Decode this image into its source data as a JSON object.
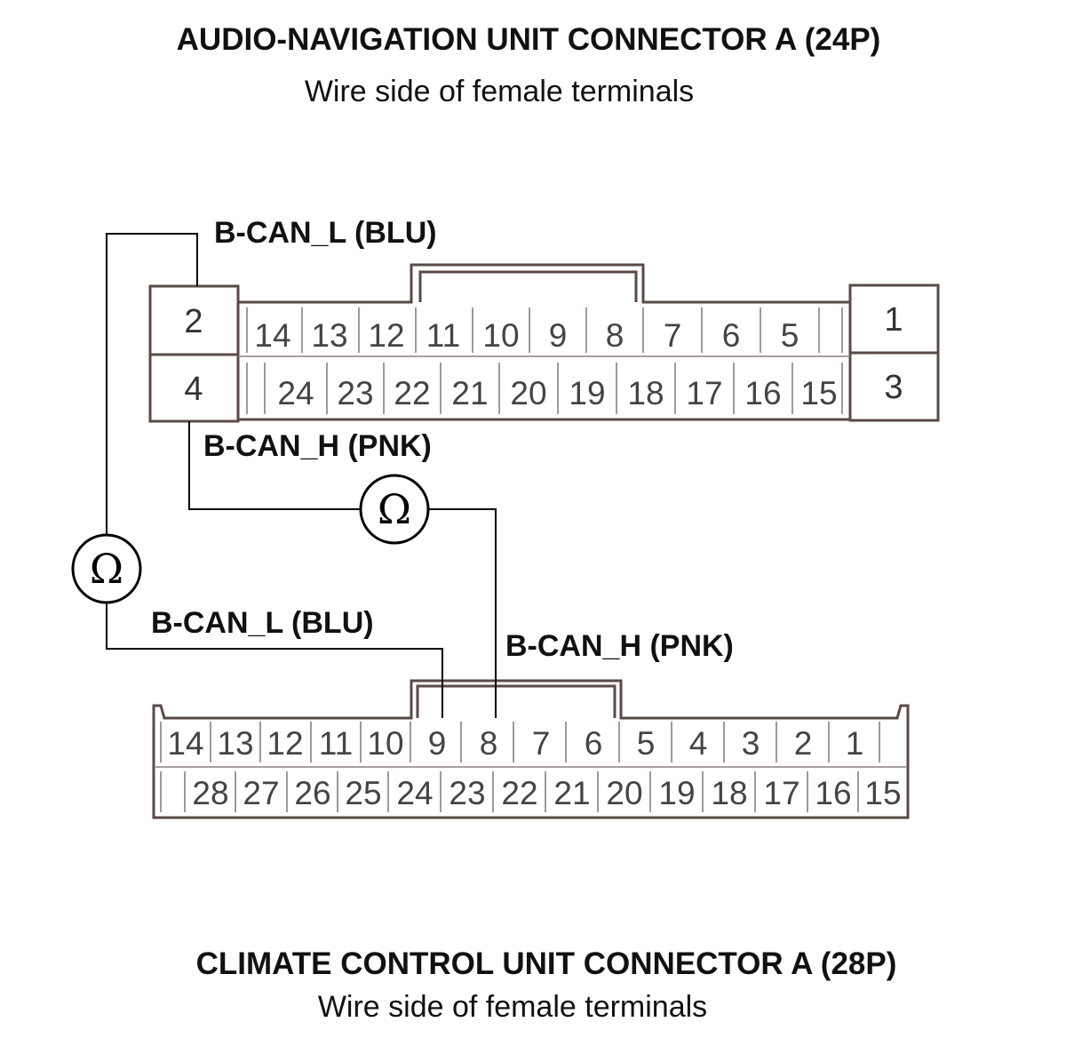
{
  "nav_connector": {
    "title": "AUDIO-NAVIGATION UNIT CONNECTOR A (24P)",
    "subtitle": "Wire side of female terminals",
    "left_top": "2",
    "left_bottom": "4",
    "right_top": "1",
    "right_bottom": "3",
    "top_row": [
      "14",
      "13",
      "12",
      "11",
      "10",
      "9",
      "8",
      "7",
      "6",
      "5",
      ""
    ],
    "bottom_row": [
      "",
      "24",
      "23",
      "22",
      "21",
      "20",
      "19",
      "18",
      "17",
      "16",
      "15"
    ]
  },
  "climate_connector": {
    "title": "CLIMATE CONTROL UNIT CONNECTOR A (28P)",
    "subtitle": "Wire side of female terminals",
    "top_row": [
      "14",
      "13",
      "12",
      "11",
      "10",
      "9",
      "8",
      "7",
      "6",
      "5",
      "4",
      "3",
      "2",
      "1",
      ""
    ],
    "bottom_row": [
      "",
      "28",
      "27",
      "26",
      "25",
      "24",
      "23",
      "22",
      "21",
      "20",
      "19",
      "18",
      "17",
      "16",
      "15"
    ]
  },
  "wires": {
    "nav_can_l": "B-CAN_L (BLU)",
    "nav_can_h": "B-CAN_H (PNK)",
    "climate_can_l": "B-CAN_L (BLU)",
    "climate_can_h": "B-CAN_H (PNK)"
  },
  "meters": {
    "symbol": "Ω"
  }
}
